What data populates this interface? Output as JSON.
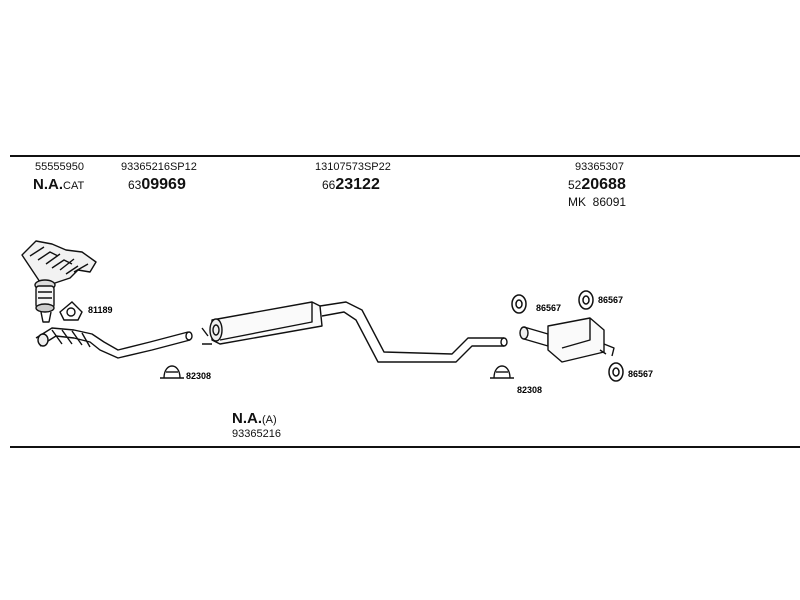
{
  "header": {
    "col1": {
      "ref": "55555950",
      "na": "N.A.",
      "na_suffix": "CAT"
    },
    "col2": {
      "ref": "93365216SP12",
      "code_prefix": "63",
      "code_main": "09969"
    },
    "col3": {
      "ref": "13107573SP22",
      "code_prefix": "66",
      "code_main": "23122"
    },
    "col4": {
      "ref": "93365307",
      "code_prefix": "52",
      "code_main": "20688",
      "mk_prefix": "MK",
      "mk_code": "86091"
    }
  },
  "bottom_note": {
    "na": "N.A.",
    "na_suffix": "(A)",
    "ref": "93365216"
  },
  "parts": {
    "gasket": "81189",
    "clamp_left": "82308",
    "clamp_right": "82308",
    "hanger_a": "86567",
    "hanger_b": "86567",
    "hanger_c": "86567"
  },
  "icons": [
    "exhaust-manifold-icon",
    "front-pipe-icon",
    "center-muffler-icon",
    "rear-muffler-icon",
    "gasket-icon",
    "clamp-icon",
    "rubber-hanger-icon"
  ]
}
